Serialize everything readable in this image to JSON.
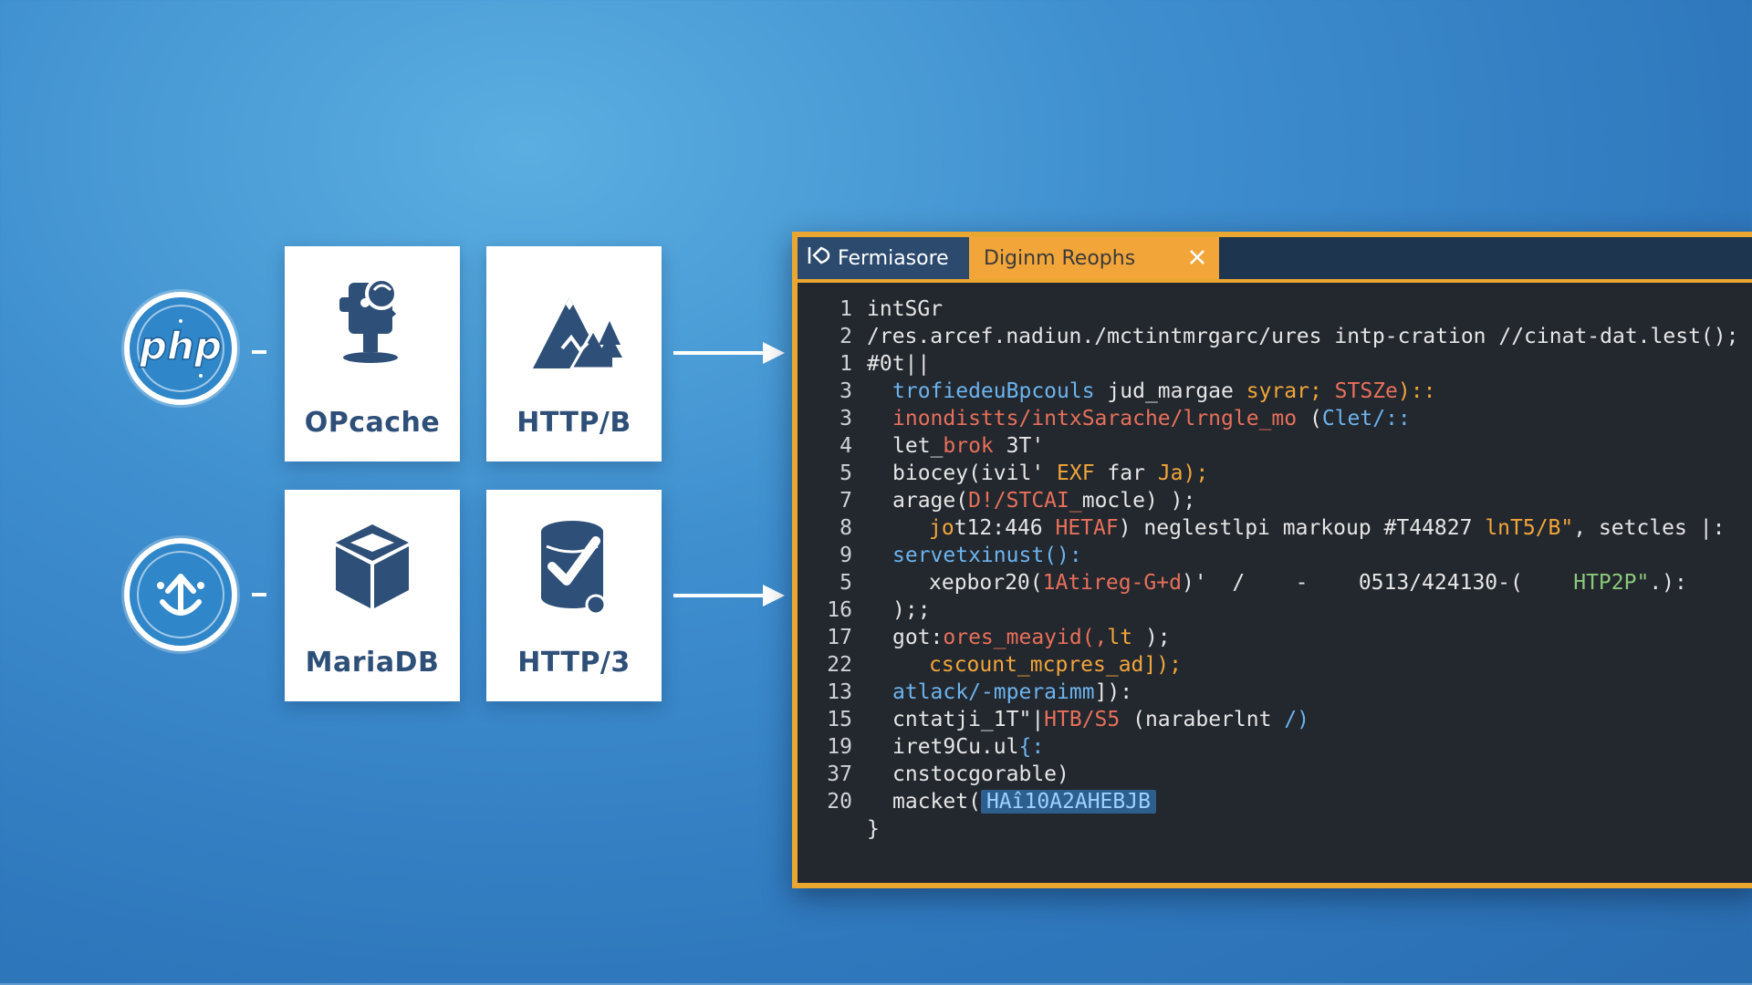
{
  "diagram": {
    "cards": [
      {
        "label": "OPcache",
        "icon": "puzzle-monitor-icon"
      },
      {
        "label": "HTTP/B",
        "icon": "mountain-icon"
      },
      {
        "label": "MariaDB",
        "icon": "cube-icon"
      },
      {
        "label": "HTTP/3",
        "icon": "database-check-icon"
      }
    ],
    "circles": [
      {
        "text": "php",
        "icon": "php-logo-icon"
      },
      {
        "icon": "upload-smile-icon"
      }
    ]
  },
  "editor": {
    "tabs": [
      {
        "label": "Fermiasore",
        "icon": "tab-file-icon"
      },
      {
        "label": "Diginm Reophs",
        "icon": "close-icon"
      }
    ],
    "lines": [
      {
        "num": "1",
        "parts": [
          {
            "t": "intSGr"
          }
        ]
      },
      {
        "num": "2",
        "parts": [
          {
            "t": "/res.arcef.nadiun./mctintmrgarc/ures intp-cration ∕/cinat-dat.lest();",
            "c": ""
          }
        ]
      },
      {
        "num": "1",
        "parts": [
          {
            "t": "#0t||"
          }
        ]
      },
      {
        "num": "3",
        "indent": 1,
        "parts": [
          {
            "t": "trofiedeuBpcouls ",
            "c": "blue"
          },
          {
            "t": "jud_margae "
          },
          {
            "t": "syrar; ",
            "c": "orange"
          },
          {
            "t": "STSZe",
            "c": "red"
          },
          {
            "t": ")::",
            "c": "orange"
          }
        ]
      },
      {
        "num": "3",
        "indent": 1,
        "parts": [
          {
            "t": "inondistts/intxSarache/lrngle_mo ",
            "c": "red"
          },
          {
            "t": "(",
            "c": ""
          },
          {
            "t": "Clet/::",
            "c": "blue"
          }
        ]
      },
      {
        "num": "4",
        "indent": 1,
        "parts": [
          {
            "t": "let_",
            "c": ""
          },
          {
            "t": "brok",
            "c": "red"
          },
          {
            "t": " 3T'"
          }
        ]
      },
      {
        "num": "5",
        "indent": 1,
        "parts": [
          {
            "t": "biocey(ivil' "
          },
          {
            "t": "EXF",
            "c": "orange"
          },
          {
            "t": " far "
          },
          {
            "t": "Ja",
            "c": "orange"
          },
          {
            "t": ");",
            "c": "orange"
          }
        ]
      },
      {
        "num": "7",
        "indent": 1,
        "parts": [
          {
            "t": "arage("
          },
          {
            "t": "D!/STCAI_",
            "c": "red"
          },
          {
            "t": "mocle) );"
          }
        ]
      },
      {
        "num": "8",
        "indent": 2,
        "parts": [
          {
            "t": "jo",
            "c": "orange"
          },
          {
            "t": "t12:446 "
          },
          {
            "t": "HETAF",
            "c": "red"
          },
          {
            "t": ") neglestlpi markoup #T44827 "
          },
          {
            "t": "lnT5/B\"",
            "c": "orange"
          },
          {
            "t": ", setcles |:"
          }
        ]
      },
      {
        "num": "9",
        "indent": 1,
        "parts": [
          {
            "t": "servetxinust():",
            "c": "blue"
          }
        ]
      },
      {
        "num": "5",
        "indent": 2,
        "parts": [
          {
            "t": "xepbor20("
          },
          {
            "t": "1Atireg-G+d",
            "c": "red"
          },
          {
            "t": ")'  /    -    0513/424130-(    "
          },
          {
            "t": "HTP2P\"",
            "c": "green"
          },
          {
            "t": ".):"
          }
        ]
      },
      {
        "num": "16",
        "indent": 1,
        "parts": [
          {
            "t": ");;"
          }
        ]
      },
      {
        "num": "17",
        "indent": 1,
        "parts": [
          {
            "t": "got:"
          },
          {
            "t": "ores_meayid(,",
            "c": "red"
          },
          {
            "t": "lt",
            "c": "orange"
          },
          {
            "t": " );"
          }
        ]
      },
      {
        "num": "22",
        "indent": 2,
        "parts": [
          {
            "t": "cscount_mcpres_ad]);",
            "c": "orange"
          }
        ]
      },
      {
        "num": "13",
        "indent": 1,
        "parts": [
          {
            "t": "atlack/-mperaimm",
            "c": "blue"
          },
          {
            "t": "]):"
          }
        ]
      },
      {
        "num": "15",
        "indent": 1,
        "parts": [
          {
            "t": "cntatji_1T\"|"
          },
          {
            "t": "HTB/S5",
            "c": "red"
          },
          {
            "t": " (naraberlnt "
          },
          {
            "t": "/)",
            "c": "blue"
          }
        ]
      },
      {
        "num": "19",
        "indent": 1,
        "parts": [
          {
            "t": "iret9Cu.ul",
            "c": ""
          },
          {
            "t": "{:",
            "c": "blue"
          }
        ]
      },
      {
        "num": "37",
        "indent": 1,
        "parts": [
          {
            "t": "cnstocgorable)"
          }
        ]
      },
      {
        "num": "20",
        "indent": 1,
        "parts": [
          {
            "t": "macket("
          },
          {
            "t": "HAî10A2AHEBJB",
            "c": "pill"
          }
        ]
      },
      {
        "num": "",
        "parts": [
          {
            "t": "}"
          }
        ]
      }
    ]
  },
  "colors": {
    "accent": "#e9a630",
    "editor_bg": "#23272e",
    "card_text": "#2e4f78",
    "background": "#3f8fcf"
  }
}
